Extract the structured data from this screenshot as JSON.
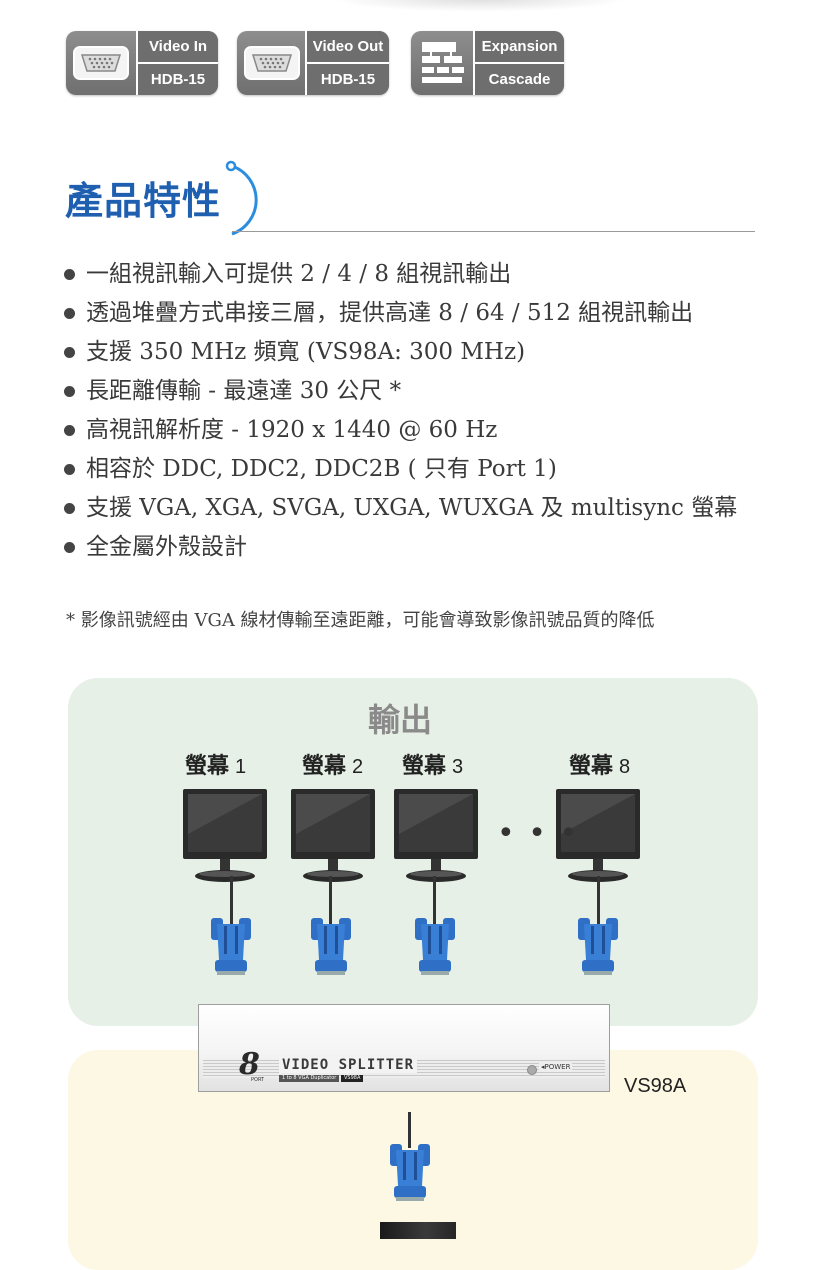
{
  "badges": [
    {
      "top": "Video In",
      "bottom": "HDB-15",
      "icon": "vga-port-icon"
    },
    {
      "top": "Video Out",
      "bottom": "HDB-15",
      "icon": "vga-port-icon"
    },
    {
      "top": "Expansion",
      "bottom": "Cascade",
      "icon": "cascade-icon"
    }
  ],
  "section_title": "產品特性",
  "features": [
    "一組視訊輸入可提供 2 / 4 / 8 組視訊輸出",
    "透過堆疊方式串接三層，提供高達 8 / 64 / 512 組視訊輸出",
    "支援 350 MHz 頻寬 (VS98A: 300 MHz)",
    "長距離傳輸 - 最遠達 30 公尺 *",
    "高視訊解析度 - 1920 x 1440 @ 60 Hz",
    "相容於 DDC, DDC2, DDC2B ( 只有 Port 1)",
    "支援 VGA, XGA, SVGA, UXGA, WUXGA 及 multisync 螢幕",
    "全金屬外殼設計"
  ],
  "footnote": "* 影像訊號經由 VGA 線材傳輸至遠距離，可能會導致影像訊號品質的降低",
  "diagram": {
    "output_title": "輸出",
    "monitors": [
      {
        "label": "螢幕",
        "number": "1"
      },
      {
        "label": "螢幕",
        "number": "2"
      },
      {
        "label": "螢幕",
        "number": "3"
      },
      {
        "label": "螢幕",
        "number": "8"
      }
    ],
    "ellipsis": "• • •",
    "device": {
      "port_count": "8",
      "port_text": "PORT",
      "name": "VIDEO SPLITTER",
      "tag1": "1 to 8 VGA Duplicator",
      "tag2": "VS98A",
      "power": "◂POWER"
    },
    "model": "VS98A"
  },
  "colors": {
    "accent": "#1f5fb0",
    "output_panel": "#e6f0e6",
    "input_panel": "#fdf8e3",
    "connector": "#2f6fc6"
  }
}
